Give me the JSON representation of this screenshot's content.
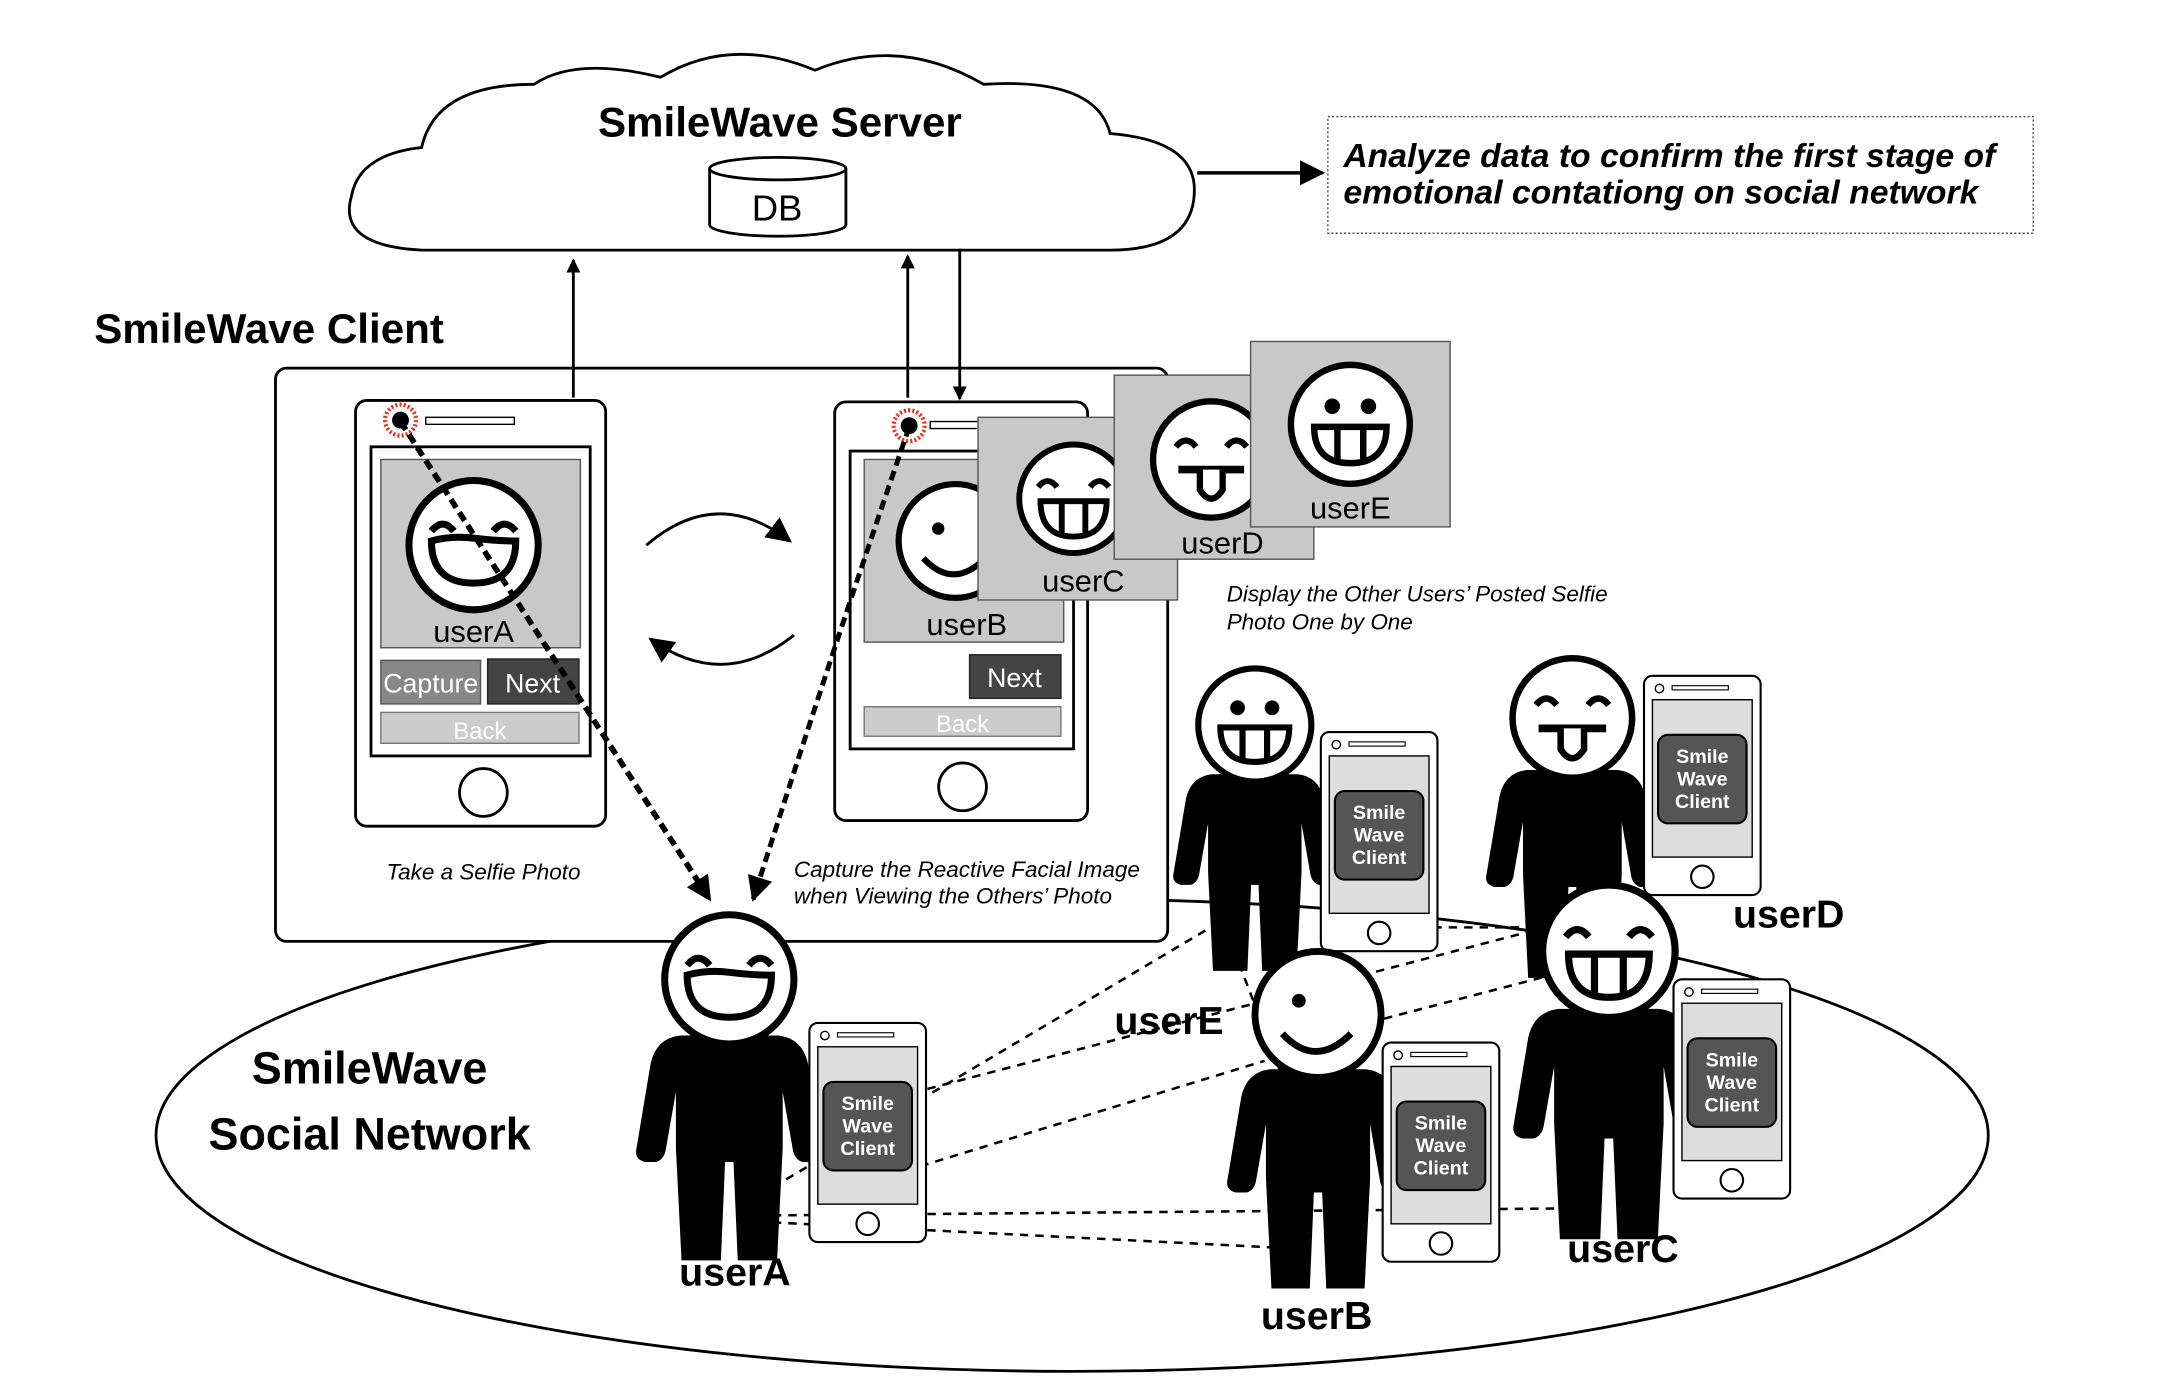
{
  "server": {
    "title": "SmileWave Server",
    "db_label": "DB"
  },
  "analysis_note": {
    "line1": "Analyze data to confirm the first stage of",
    "line2": "emotional contationg on social network"
  },
  "client": {
    "title": "SmileWave Client",
    "phone_a": {
      "user": "userA",
      "capture": "Capture",
      "next": "Next",
      "back": "Back",
      "caption": "Take a Selfie Photo"
    },
    "phone_b": {
      "user": "userB",
      "next": "Next",
      "back": "Back",
      "caption_line1": "Capture the Reactive Facial Image",
      "caption_line2": "when Viewing the Others’ Photo"
    },
    "cards": [
      {
        "user": "userC"
      },
      {
        "user": "userD"
      },
      {
        "user": "userE"
      }
    ],
    "cards_caption_line1": "Display the Other Users’  Posted Selfie",
    "cards_caption_line2": "Photo One by One"
  },
  "network": {
    "title_line1": "SmileWave",
    "title_line2": "Social Network",
    "phone_app_label": [
      "Smile",
      "Wave",
      "Client"
    ],
    "users": [
      {
        "name": "userA",
        "face": "laugh"
      },
      {
        "name": "userE",
        "face": "grin"
      },
      {
        "name": "userD",
        "face": "tongue"
      },
      {
        "name": "userB",
        "face": "wink"
      },
      {
        "name": "userC",
        "face": "teeth-laugh"
      }
    ]
  },
  "colors": {
    "camera_ring": "#e8321e",
    "photo_bg": "#c8c8c8",
    "button_dark": "#444444",
    "button_mid": "#888888"
  }
}
